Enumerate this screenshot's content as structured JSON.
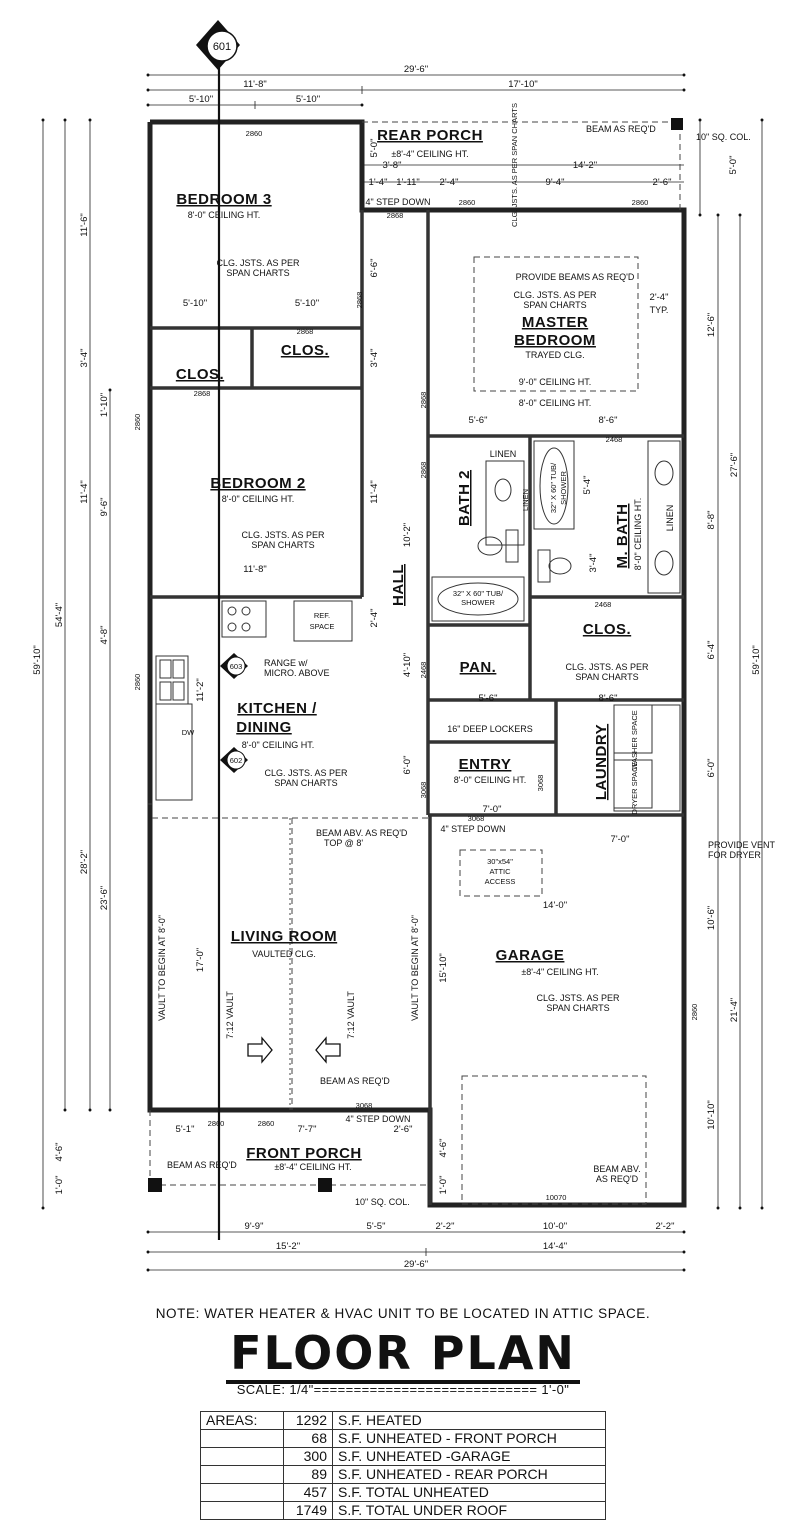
{
  "marker_top": "601",
  "markers": {
    "kitchen_a": "603",
    "kitchen_b": "602"
  },
  "overall_dims": {
    "top_total": "29'-6\"",
    "top_left": "11'-8\"",
    "top_right": "17'-10\"",
    "top_sub_a": "5'-10\"",
    "top_sub_b": "5'-10\"",
    "bottom_total": "29'-6\"",
    "bottom_left": "15'-2\"",
    "bottom_right": "14'-4\"",
    "bottom_a": "9'-9\"",
    "bottom_b": "5'-5\"",
    "bottom_c": "2'-2\"",
    "bottom_d": "10'-0\"",
    "bottom_e": "2'-2\"",
    "left_total": "59'-10\"",
    "left_b": "54'-4\"",
    "right_total": "59'-10\"",
    "right_b": "27'-6\"",
    "right_c": "21'-4\""
  },
  "rooms": {
    "bedroom3": {
      "name": "BEDROOM 3",
      "ceiling": "8'-0\" CEILING HT.",
      "note1": "CLG. JSTS. AS PER",
      "note2": "SPAN CHARTS"
    },
    "bedroom2": {
      "name": "BEDROOM 2",
      "ceiling": "8'-0\" CEILING HT.",
      "note1": "CLG. JSTS. AS PER",
      "note2": "SPAN CHARTS"
    },
    "master": {
      "name1": "MASTER",
      "name2": "BEDROOM",
      "trayed": "TRAYED CLG.",
      "ceiling9": "9'-0\" CEILING HT.",
      "ceiling8": "8'-0\" CEILING HT.",
      "note1": "CLG. JSTS. AS PER",
      "note2": "SPAN CHARTS",
      "beams": "PROVIDE BEAMS AS REQ'D",
      "typ": "TYP."
    },
    "rear_porch": {
      "name": "REAR PORCH",
      "ceiling": "±8'-4\" CEILING HT.",
      "beam": "BEAM AS REQ'D",
      "col": "10\" SQ. COL.",
      "step": "4\" STEP DOWN",
      "clg_note": "CLG. JSTS. AS PER SPAN CHARTS"
    },
    "clos1": {
      "name": "CLOS."
    },
    "clos2": {
      "name": "CLOS."
    },
    "bath2": {
      "name": "BATH 2",
      "tub": "32\" X 60\" TUB/",
      "tub2": "SHOWER",
      "linen": "LINEN"
    },
    "mbath": {
      "name": "M. BATH",
      "ceiling": "8'-0\" CEILING HT.",
      "tub": "32\" X 60\" TUB/",
      "tub2": "SHOWER",
      "linen": "LINEN",
      "linen2": "LINEN"
    },
    "mclos": {
      "name": "CLOS.",
      "note1": "CLG. JSTS. AS PER",
      "note2": "SPAN CHARTS"
    },
    "hall": {
      "name": "HALL"
    },
    "pan": {
      "name": "PAN."
    },
    "kitchen": {
      "name1": "KITCHEN /",
      "name2": "DINING",
      "ceiling": "8'-0\" CEILING HT.",
      "note1": "CLG. JSTS. AS PER",
      "note2": "SPAN CHARTS",
      "ref": "REF.",
      "ref2": "SPACE",
      "range": "RANGE w/",
      "range2": "MICRO. ABOVE",
      "dw": "DW"
    },
    "entry": {
      "name": "ENTRY",
      "ceiling": "8'-0\" CEILING HT.",
      "lockers": "16\" DEEP LOCKERS"
    },
    "laundry": {
      "name": "LAUNDRY",
      "vent1": "PROVIDE VENT",
      "vent2": "FOR DRYER",
      "washer": "WASHER SPACE",
      "dryer": "DRYER SPACE"
    },
    "living": {
      "name": "LIVING ROOM",
      "vault": "VAULTED CLG.",
      "vault_left": "VAULT TO BEGIN AT 8'-0\"",
      "vault_right": "VAULT TO BEGIN AT 8'-0\"",
      "slope_left": "7:12 VAULT",
      "slope_right": "7:12 VAULT",
      "beam_abv": "BEAM ABV. AS REQ'D",
      "beam_top": "TOP @ 8'",
      "beam_req": "BEAM AS REQ'D"
    },
    "garage": {
      "name": "GARAGE",
      "ceiling": "±8'-4\" CEILING HT.",
      "note1": "CLG. JSTS. AS PER",
      "note2": "SPAN CHARTS",
      "attic1": "30\"x54\"",
      "attic2": "ATTIC",
      "attic3": "ACCESS",
      "step": "4\" STEP DOWN",
      "beam1": "BEAM ABV.",
      "beam2": "AS REQ'D",
      "door": "10070"
    },
    "front_porch": {
      "name": "FRONT PORCH",
      "ceiling": "±8'-4\" CEILING HT.",
      "beam": "BEAM AS REQ'D",
      "col": "10\" SQ. COL.",
      "step": "4\" STEP DOWN"
    }
  },
  "interior_dims": {
    "d_11_6": "11'-6\"",
    "d_3_4a": "3'-4\"",
    "d_1_10": "1'-10\"",
    "d_11_4a": "11'-4\"",
    "d_9_6": "9'-6\"",
    "d_4_8": "4'-8\"",
    "d_11_2": "11'-2\"",
    "d_28_2": "28'-2\"",
    "d_23_6": "23'-6\"",
    "d_17_0": "17'-0\"",
    "d_4_6a": "4'-6\"",
    "d_1_0a": "1'-0\"",
    "d_5_10c": "5'-10\"",
    "d_5_10d": "5'-10\"",
    "d_6_6": "6'-6\"",
    "d_3_4b": "3'-4\"",
    "d_11_4b": "11'-4\"",
    "d_11_8": "11'-8\"",
    "d_2_4a": "2'-4\"",
    "d_5_0a": "5'-0\"",
    "d_3_8": "3'-8\"",
    "d_14_2": "14'-2\"",
    "d_1_4": "1'-4\"",
    "d_1_11": "1'-11\"",
    "d_2_4b": "2'-4\"",
    "d_9_4": "9'-4\"",
    "d_2_6a": "2'-6\"",
    "d_5_0b": "5'-0\"",
    "d_12_6": "12'-6\"",
    "d_2_4c": "2'-4\"",
    "d_5_6a": "5'-6\"",
    "d_8_6a": "8'-6\"",
    "d_10_2": "10'-2\"",
    "d_5_4": "5'-4\"",
    "d_3_4c": "3'-4\"",
    "d_8_8": "8'-8\"",
    "d_6_4": "6'-4\"",
    "d_4_10": "4'-10\"",
    "d_5_6b": "5'-6\"",
    "d_8_6b": "8'-6\"",
    "d_6_0a": "6'-0\"",
    "d_7_0a": "7'-0\"",
    "d_7_0b": "7'-0\"",
    "d_6_0b": "6'-0\"",
    "d_14_0": "14'-0\"",
    "d_15_10": "15'-10\"",
    "d_10_6": "10'-6\"",
    "d_10_10": "10'-10\"",
    "d_4_6b": "4'-6\"",
    "d_1_0b": "1'-0\"",
    "d_5_1": "5'-1\"",
    "d_7_7": "7'-7\"",
    "d_2_6b": "2'-6\""
  },
  "doors": {
    "w2860a": "2860",
    "w2860b": "2860",
    "w2860c": "2860",
    "w2860d": "2860",
    "w2860e": "2860",
    "w2860f": "2860",
    "w2860g": "2860",
    "w2860h": "2860",
    "w2860i": "2860",
    "d2868a": "2868",
    "d2868b": "2868",
    "d2868c": "2868",
    "d2868d": "2868",
    "d2868e": "2868",
    "d2868f": "2868",
    "d2468a": "2468",
    "d2468b": "2468",
    "d2468c": "2468",
    "d3068a": "3068",
    "d3068b": "3068",
    "d3068c": "3068",
    "d3068d": "3068"
  },
  "note": "NOTE: WATER HEATER & HVAC UNIT TO BE LOCATED IN ATTIC SPACE.",
  "title": "FLOOR PLAN",
  "scale": "SCALE: 1/4\"============================ 1'-0\"",
  "areas": {
    "label": "AREAS:",
    "rows": [
      {
        "value": "1292",
        "desc": "S.F. HEATED"
      },
      {
        "value": "68",
        "desc": "S.F. UNHEATED - FRONT PORCH"
      },
      {
        "value": "300",
        "desc": "S.F. UNHEATED -GARAGE"
      },
      {
        "value": "89",
        "desc": "S.F. UNHEATED - REAR PORCH"
      },
      {
        "value": "457",
        "desc": "S.F. TOTAL UNHEATED"
      },
      {
        "value": "1749",
        "desc": "S.F. TOTAL UNDER ROOF"
      }
    ]
  }
}
